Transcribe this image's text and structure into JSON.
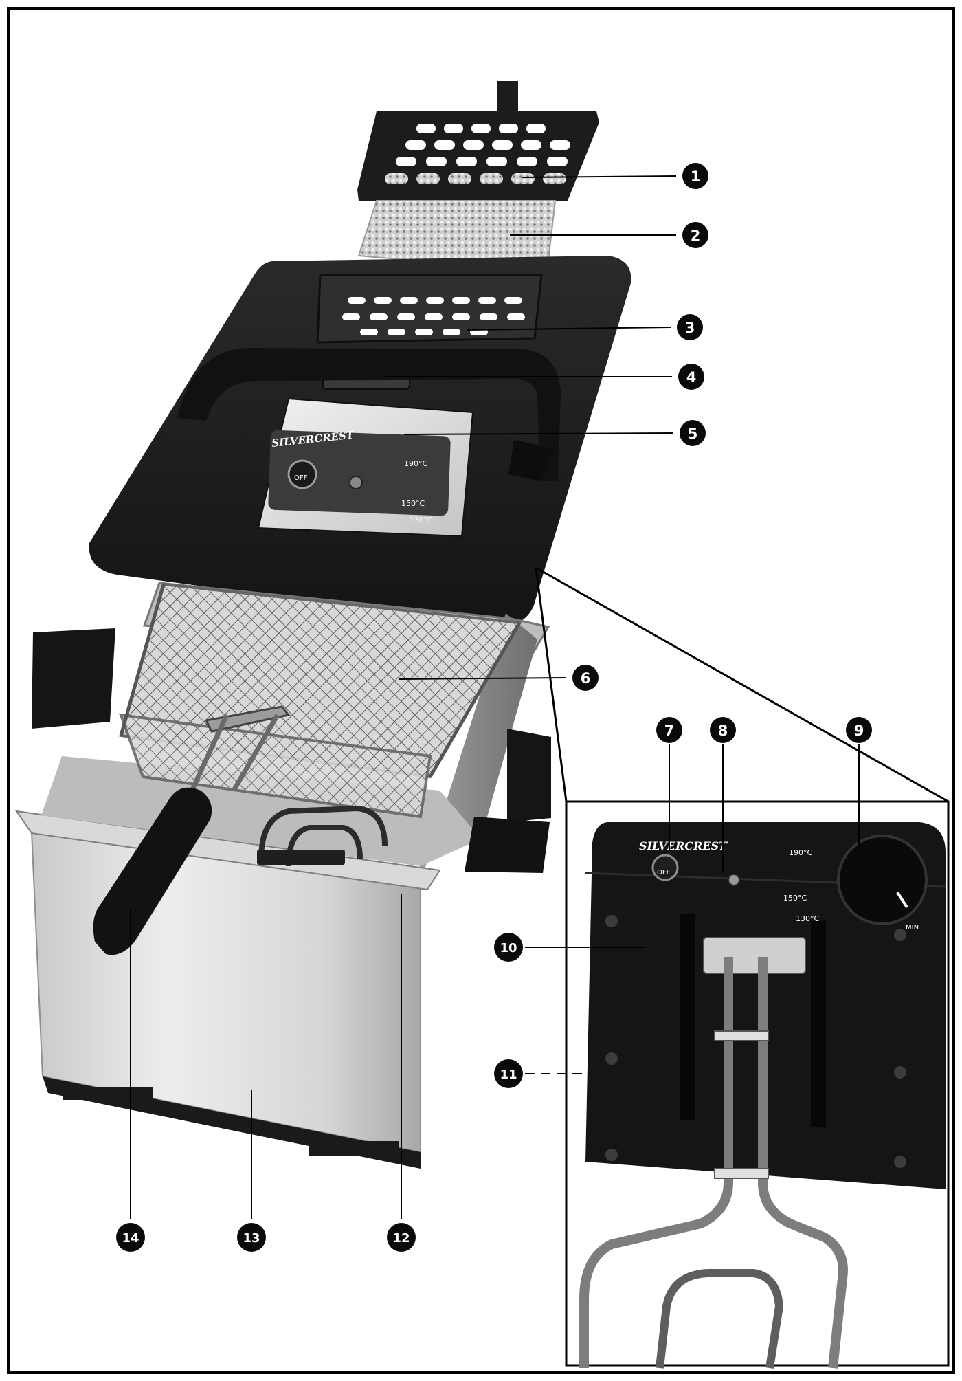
{
  "figure": {
    "brand_label": "SILVERCREST",
    "off_label": "OFF",
    "temp_190": "190°C",
    "temp_150": "150°C",
    "temp_130": "130°C",
    "min_label": "MIN"
  },
  "callouts": [
    {
      "number": "1"
    },
    {
      "number": "2"
    },
    {
      "number": "3"
    },
    {
      "number": "4"
    },
    {
      "number": "5"
    },
    {
      "number": "6"
    },
    {
      "number": "7"
    },
    {
      "number": "8"
    },
    {
      "number": "9"
    },
    {
      "number": "10"
    },
    {
      "number": "11"
    },
    {
      "number": "12"
    },
    {
      "number": "13"
    },
    {
      "number": "14"
    }
  ],
  "colors": {
    "plastic": "#1c1c1c",
    "steel_light": "#e6e6e6",
    "steel_mid": "#b5b5b5",
    "steel_dark": "#8a8a8a",
    "badge": "#0a0a0a",
    "line": "#000000"
  }
}
